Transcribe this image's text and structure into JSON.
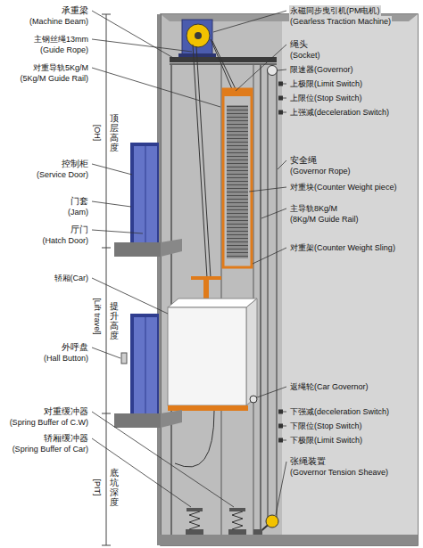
{
  "diagram": {
    "labels": [
      "承重梁",
      "(Machine Beam)",
      "主钢丝绳13mm",
      "(Guide Rope)",
      "对重导轨5Kg/M",
      "(5Kg/M Guide Rail)",
      "顶层高度",
      "[OH]",
      "控制柜",
      "(Service Door)",
      "门套",
      "(Jam)",
      "厅门",
      "(Hatch Door)",
      "轿厢(Car)",
      "提升高度",
      "[Lift travel]",
      "外呼盘",
      "(Hall Button)",
      "对重缓冲器",
      "(Spring Buffer of C.W)",
      "轿厢缓冲器",
      "(Spring Buffer of Car)",
      "底坑深度",
      "[PIT]",
      "永磁同步曳引机(PM电机)",
      "(Gearless Traction Machine)",
      "绳头",
      "(Socket)",
      "限速器(Governor)",
      "上极限(Limit Switch)",
      "上限位(Stop Switch)",
      "上强减(deceleration Switch)",
      "安全绳",
      "(Governor Rope)",
      "对重块(Counter Weight piece)",
      "主导轨8Kg/M",
      "(8Kg/M Guide Rail)",
      "对重架(Counter Weight Sling)",
      "返绳轮(Car Governor)",
      "下强减(deceleration Switch)",
      "下限位(Stop Switch)",
      "下极限(Limit Switch)",
      "张绳装置",
      "(Governor Tension Sheave)"
    ]
  }
}
